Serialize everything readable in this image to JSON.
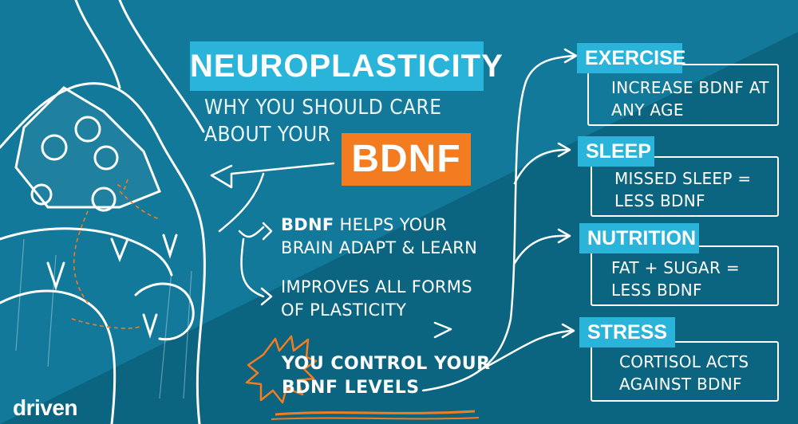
{
  "title": "NEUROPLASTICITY",
  "subtitle_line1": "WHY YOU SHOULD CARE",
  "subtitle_line2": "ABOUT YOUR",
  "highlight": "BDNF",
  "points": [
    {
      "bold": "BDNF",
      "line1_rest": " HELPS YOUR",
      "line2": "BRAIN ADAPT & LEARN"
    },
    {
      "line1": "IMPROVES ALL FORMS",
      "line2": "OF PLASTICITY"
    }
  ],
  "control_line1": "YOU CONTROL YOUR",
  "control_line2": "BDNF LEVELS",
  "factors": [
    {
      "name": "EXERCISE",
      "line1": "INCREASE BDNF AT",
      "line2": "ANY AGE"
    },
    {
      "name": "SLEEP",
      "line1": "MISSED SLEEP =",
      "line2": "LESS BDNF"
    },
    {
      "name": "NUTRITION",
      "line1": "FAT + SUGAR =",
      "line2": "LESS BDNF"
    },
    {
      "name": "STRESS",
      "line1": "CORTISOL ACTS",
      "line2": "AGAINST BDNF"
    }
  ],
  "logo": "driven",
  "colors": {
    "background_dark": "#0b5d74",
    "background_light": "#13799a",
    "accent_blue": "#2bb4d9",
    "accent_orange": "#f47c20"
  }
}
